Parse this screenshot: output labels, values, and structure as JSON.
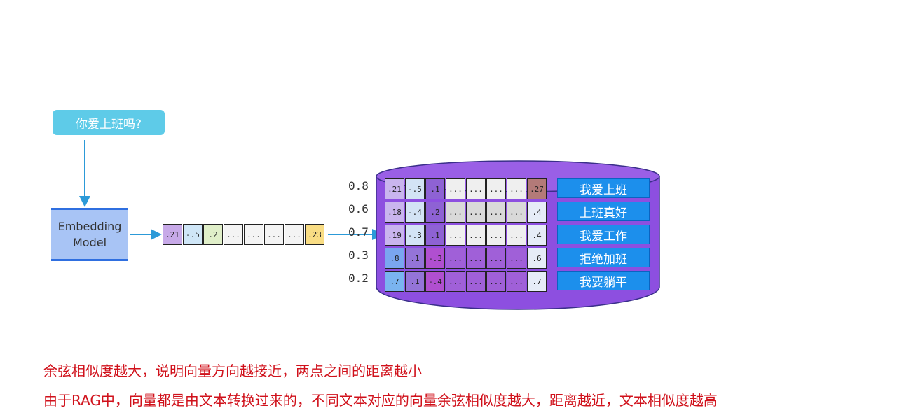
{
  "query": {
    "text": "你爱上班吗?"
  },
  "model": {
    "line1": "Embedding",
    "line2": "Model"
  },
  "query_vector": [
    ".21",
    "-.5",
    ".2",
    "...",
    "...",
    "...",
    "...",
    ".23"
  ],
  "rows": [
    {
      "score": "0.8",
      "cells": [
        ".21",
        "-.5",
        ".1",
        "...",
        "...",
        "...",
        "...",
        ".27"
      ],
      "label": "我爱上班"
    },
    {
      "score": "0.6",
      "cells": [
        ".18",
        "-.4",
        ".2",
        "...",
        "...",
        "...",
        "...",
        ".4"
      ],
      "label": "上班真好"
    },
    {
      "score": "0.7",
      "cells": [
        ".19",
        "-.3",
        ".1",
        "...",
        "...",
        "...",
        "...",
        ".4"
      ],
      "label": "我爱工作"
    },
    {
      "score": "0.3",
      "cells": [
        ".8",
        ".1",
        "-.3",
        "...",
        "...",
        "...",
        "...",
        ".6"
      ],
      "label": "拒绝加班"
    },
    {
      "score": "0.2",
      "cells": [
        ".7",
        ".1",
        "-.4",
        "...",
        "...",
        "...",
        "...",
        ".7"
      ],
      "label": "我要躺平"
    }
  ],
  "notes": {
    "line1": "余弦相似度越大，说明向量方向越接近，两点之间的距离越小",
    "line2": "由于RAG中，向量都是由文本转换过来的，不同文本对应的向量余弦相似度越大，距离越近，文本相似度越高"
  },
  "colors": {
    "accent": "#1c8fec",
    "note": "#d0111b",
    "cylinder": "#8d4fe0"
  }
}
